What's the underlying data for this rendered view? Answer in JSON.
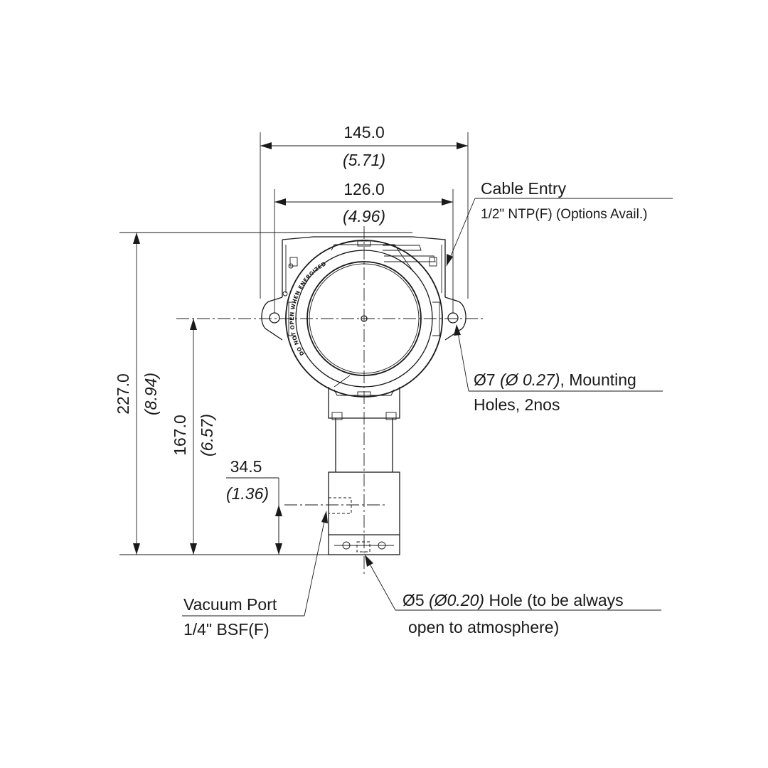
{
  "dimensions": {
    "overall_width": {
      "mm": "145.0",
      "inch": "(5.71)"
    },
    "mount_width": {
      "mm": "126.0",
      "inch": "(4.96)"
    },
    "overall_height": {
      "mm": "227.0",
      "inch": "(8.94)"
    },
    "mount_height": {
      "mm": "167.0",
      "inch": "(6.57)"
    },
    "port_height": {
      "mm": "34.5",
      "inch": "(1.36)"
    }
  },
  "callouts": {
    "cable_entry": {
      "line1": "Cable Entry",
      "line2": "1/2\" NTP(F) (Options Avail.)"
    },
    "mounting_holes": {
      "line1_a": "Ø7 ",
      "line1_b": "(Ø 0.27)",
      "line1_c": ", Mounting",
      "line2": "Holes, 2nos"
    },
    "vacuum_port": {
      "line1": "Vacuum Port",
      "line2": "1/4\" BSF(F)"
    },
    "vent_hole": {
      "line1_a": "Ø5 ",
      "line1_b": "(Ø0.20)",
      "line1_c": " Hole (to be always",
      "line2": "open to atmosphere)"
    }
  },
  "cover_warning": "DO NOT OPEN WHEN ENERGIZED"
}
